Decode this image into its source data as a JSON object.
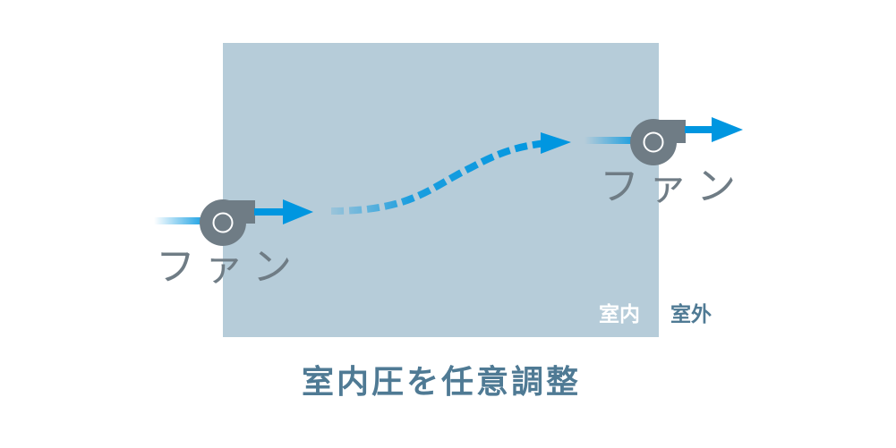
{
  "colors": {
    "room": "#b6ccd9",
    "fan": "#6f7c85",
    "arrow": "#0096e0",
    "fan_label": "#6f7c85",
    "caption": "#4f7a94",
    "zone_indoor": "#ffffff",
    "zone_outdoor": "#4f7a94"
  },
  "icons": {
    "fan": "blower-fan-icon",
    "arrow": "right-arrow-icon"
  },
  "fans": [
    {
      "label": "ファン"
    },
    {
      "label": "ファン"
    }
  ],
  "zones": {
    "indoor": "室内",
    "outdoor": "室外"
  },
  "caption": "室内圧を任意調整"
}
